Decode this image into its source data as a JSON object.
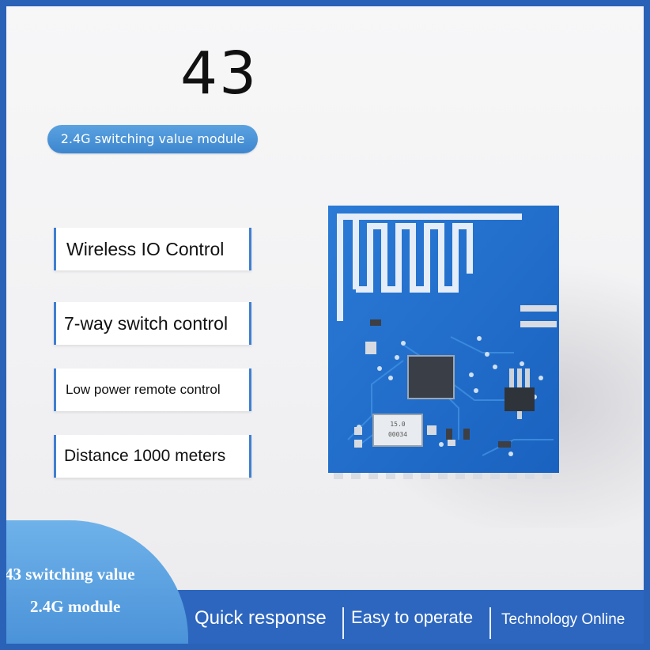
{
  "header": {
    "model_number": "43",
    "subtitle": "2.4G switching value module"
  },
  "features": [
    {
      "label": "Wireless IO Control"
    },
    {
      "label": "7-way switch control"
    },
    {
      "label": "Low power remote control"
    },
    {
      "label": "Distance 1000 meters"
    }
  ],
  "badge": {
    "line1": "43 switching value",
    "line2": "2.4G module"
  },
  "footer": {
    "items": [
      "Quick response",
      "Easy to operate",
      "Technology Online"
    ]
  },
  "board": {
    "crystal_marking_1": "15.0",
    "crystal_marking_2": "00034"
  },
  "colors": {
    "frame_blue": "#2a62b8",
    "pcb_blue": "#1f6fce",
    "accent_blue": "#3d86cf"
  }
}
